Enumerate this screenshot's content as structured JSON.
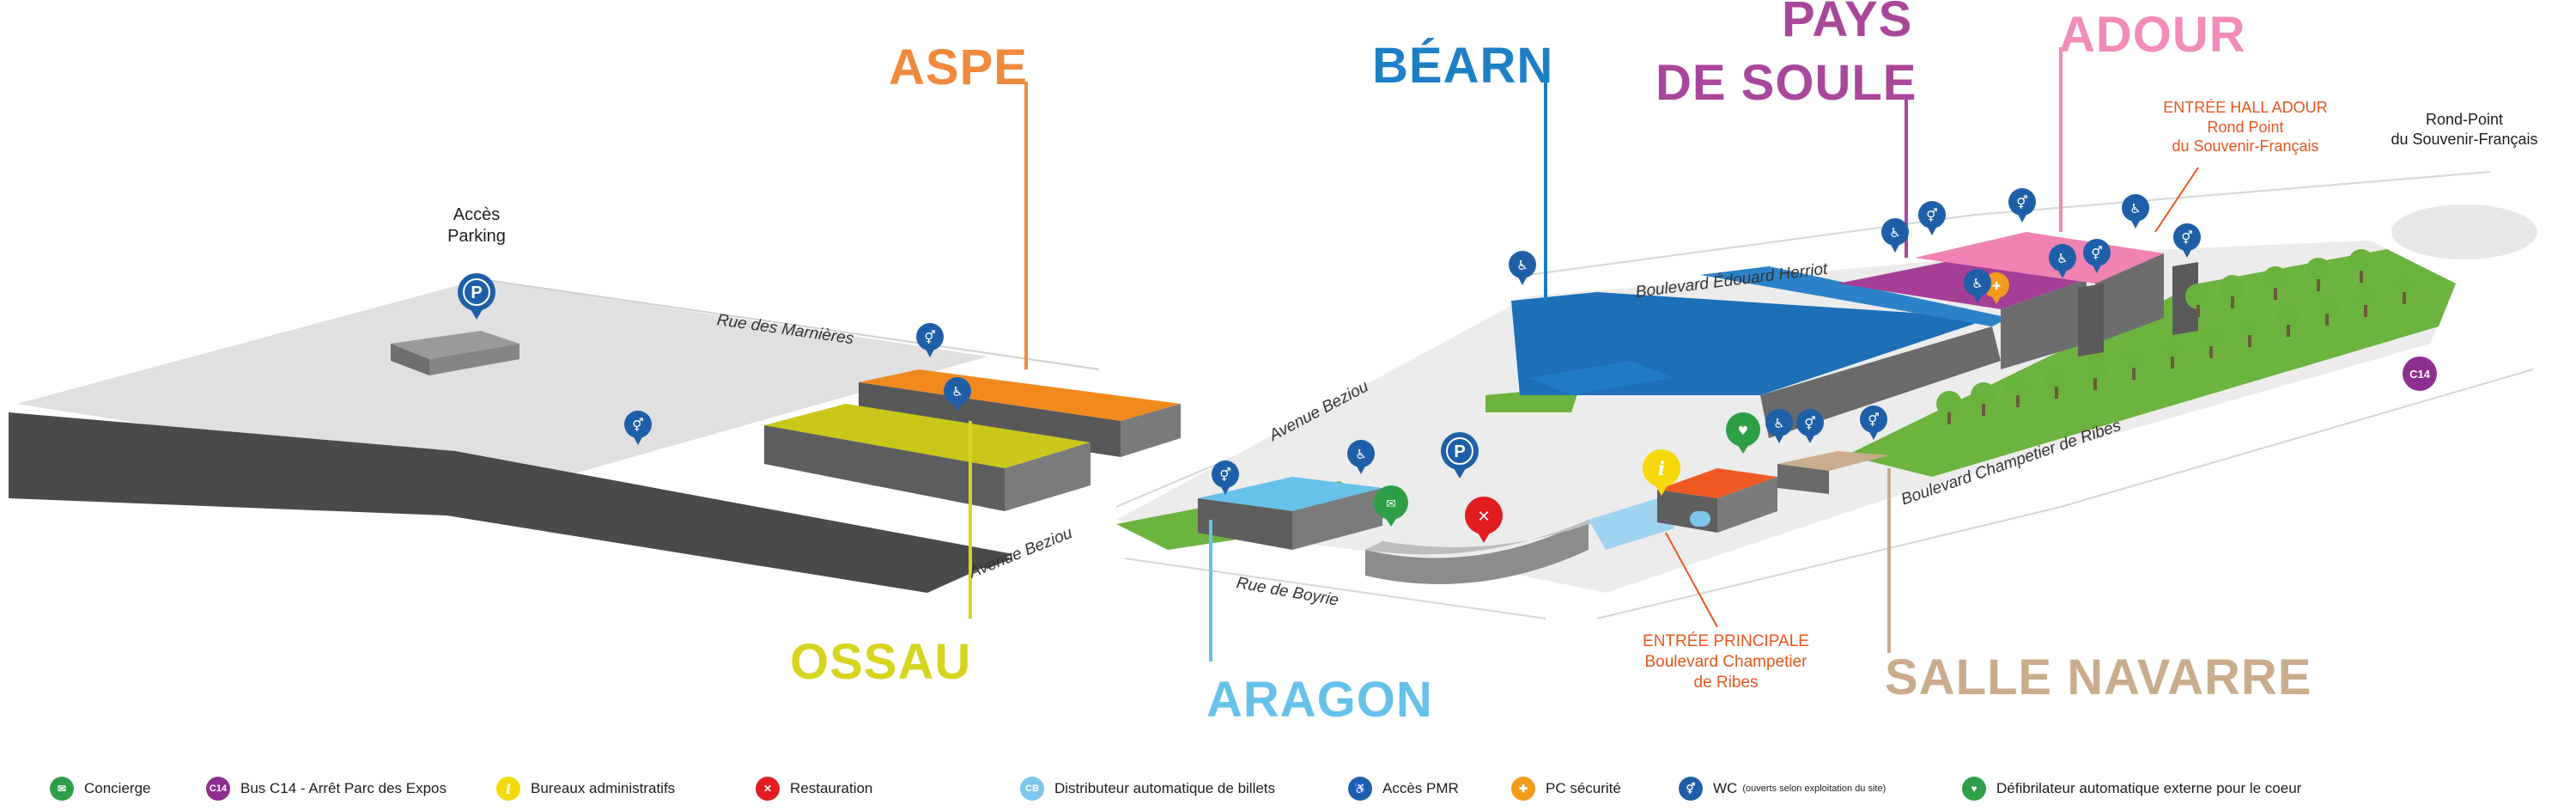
{
  "halls": {
    "aspe": {
      "name": "ASPE",
      "color": "#f08a3c"
    },
    "bearn": {
      "name": "BÉARN",
      "color": "#1d7fc4"
    },
    "pays_de_soule": {
      "line1": "PAYS",
      "line2": "DE SOULE",
      "color": "#a9479a"
    },
    "adour": {
      "name": "ADOUR",
      "color": "#f18bb8"
    },
    "ossau": {
      "name": "OSSAU",
      "color": "#d6d51f"
    },
    "aragon": {
      "name": "ARAGON",
      "color": "#67c2ea"
    },
    "salle_navarre": {
      "name": "SALLE NAVARRE",
      "color": "#c9ad8c"
    }
  },
  "places": {
    "parking": {
      "line1": "Accès",
      "line2": "Parking"
    },
    "rond_point": {
      "line1": "Rond-Point",
      "line2": "du Souvenir-Français"
    }
  },
  "entrances": {
    "hall_adour": {
      "line1": "ENTRÉE HALL ADOUR",
      "line2": "Rond Point",
      "line3": "du Souvenir-Français"
    },
    "principale": {
      "line1": "ENTRÉE PRINCIPALE",
      "line2": "Boulevard Champetier",
      "line3": "de Ribes"
    }
  },
  "streets": {
    "marnieres": "Rue des Marnières",
    "beziou_upper": "Avenue Beziou",
    "beziou_lower": "Avenue Beziou",
    "boyrie": "Rue de Boyrie",
    "herriot": "Boulevard Édouard Herriot",
    "champetier": "Boulevard Champetier de Ribes"
  },
  "bus_badge": "C14",
  "legend": [
    {
      "icon": "concierge-icon",
      "label": "Concierge",
      "color": "#2e9e47",
      "glyph": "✉"
    },
    {
      "icon": "bus-c14-icon",
      "label": "Bus C14 - Arrêt Parc des Expos",
      "color": "#8e2f8f",
      "glyph": "C14"
    },
    {
      "icon": "info-icon",
      "label": "Bureaux administratifs",
      "color": "#f5d90a",
      "glyph": "i"
    },
    {
      "icon": "restaurant-icon",
      "label": "Restauration",
      "color": "#e11d22",
      "glyph": "🍴"
    },
    {
      "icon": "ticket-machine-icon",
      "label": "Distributeur automatique de billets",
      "color": "#7fc6ea",
      "glyph": "CB"
    },
    {
      "icon": "wheelchair-icon",
      "label": "Accès PMR",
      "color": "#1f5fa8",
      "glyph": "♿"
    },
    {
      "icon": "security-icon",
      "label": "PC sécurité",
      "color": "#f39b1f",
      "glyph": "✚"
    },
    {
      "icon": "wc-icon",
      "label": "WC",
      "note": "(ouverts selon exploitation du site)",
      "color": "#1f5fa8",
      "glyph": "⚥"
    },
    {
      "icon": "defibrillator-icon",
      "label": "Défibrilateur automatique externe pour le coeur",
      "color": "#2e9e47",
      "glyph": "♥"
    }
  ]
}
